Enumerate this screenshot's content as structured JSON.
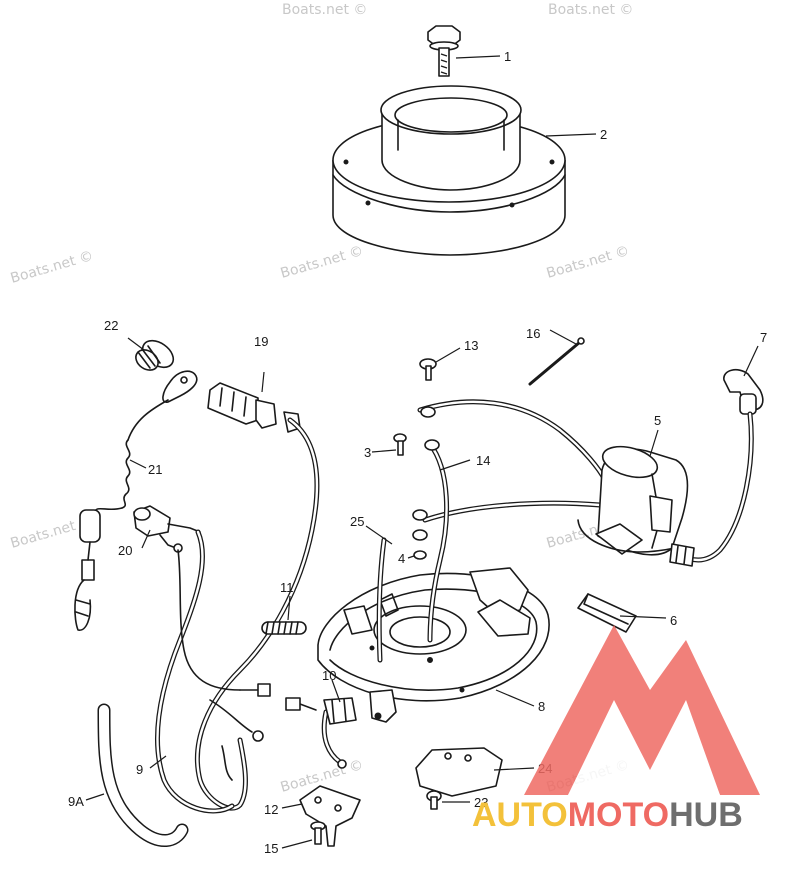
{
  "watermark": "Boats.net ©",
  "callouts": {
    "p1": "1",
    "p2": "2",
    "p3": "3",
    "p4": "4",
    "p5": "5",
    "p6": "6",
    "p7": "7",
    "p8": "8",
    "p9": "9",
    "p9a": "9A",
    "p10": "10",
    "p11": "11",
    "p12": "12",
    "p13": "13",
    "p14": "14",
    "p15": "15",
    "p16": "16",
    "p19": "19",
    "p20": "20",
    "p21": "21",
    "p22": "22",
    "p23": "23",
    "p24": "24",
    "p25": "25"
  },
  "logo": {
    "word_auto": "AUTO",
    "word_moto": "MOTO",
    "word_hub": "HUB",
    "colors": {
      "auto": "#f3c13a",
      "moto": "#ef6a63",
      "hub": "#6e6e6e",
      "mark": "#ef6a63"
    }
  }
}
